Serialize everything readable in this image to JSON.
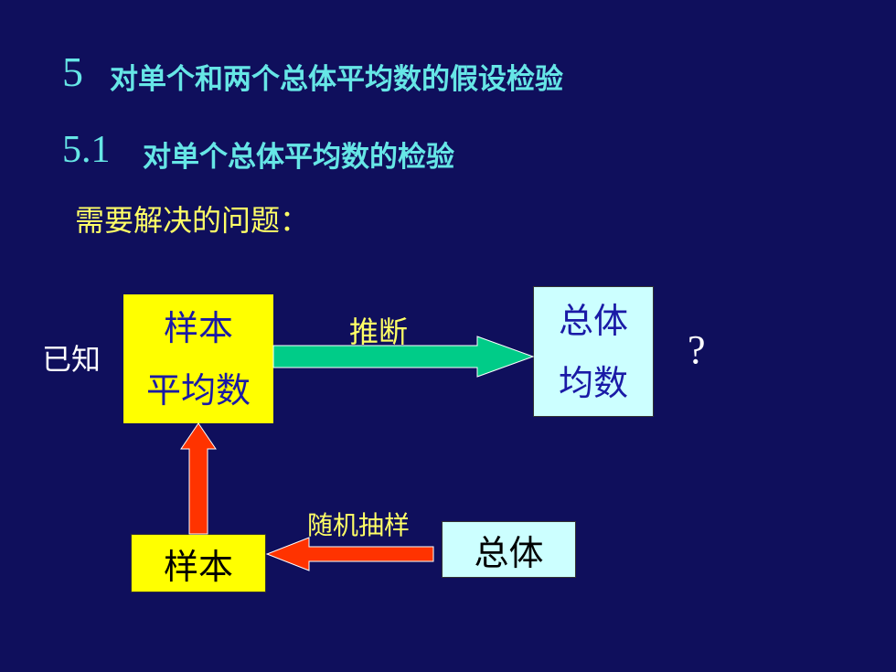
{
  "heading": {
    "number": "5",
    "text": "对单个和两个总体平均数的假设检验"
  },
  "subheading": {
    "number": "5.1",
    "text": "对单个总体平均数的检验"
  },
  "question": "需要解决的问题：",
  "diagram": {
    "known_label": "已知",
    "sample_mean_box": {
      "line1": "样本",
      "line2": "平均数"
    },
    "infer_label": "推断",
    "population_mean_box": {
      "line1": "总体",
      "line2": "均数"
    },
    "question_mark": "?",
    "sampling_label": "随机抽样",
    "population_box": "总体",
    "sample_box": "样本"
  },
  "colors": {
    "background": "#0f0f5c",
    "title": "#66e6e6",
    "label_yellow": "#ffff66",
    "box_yellow": "#ffff00",
    "box_cyan": "#ccffff",
    "arrow_green": "#00cc88",
    "arrow_red": "#ff3300"
  }
}
